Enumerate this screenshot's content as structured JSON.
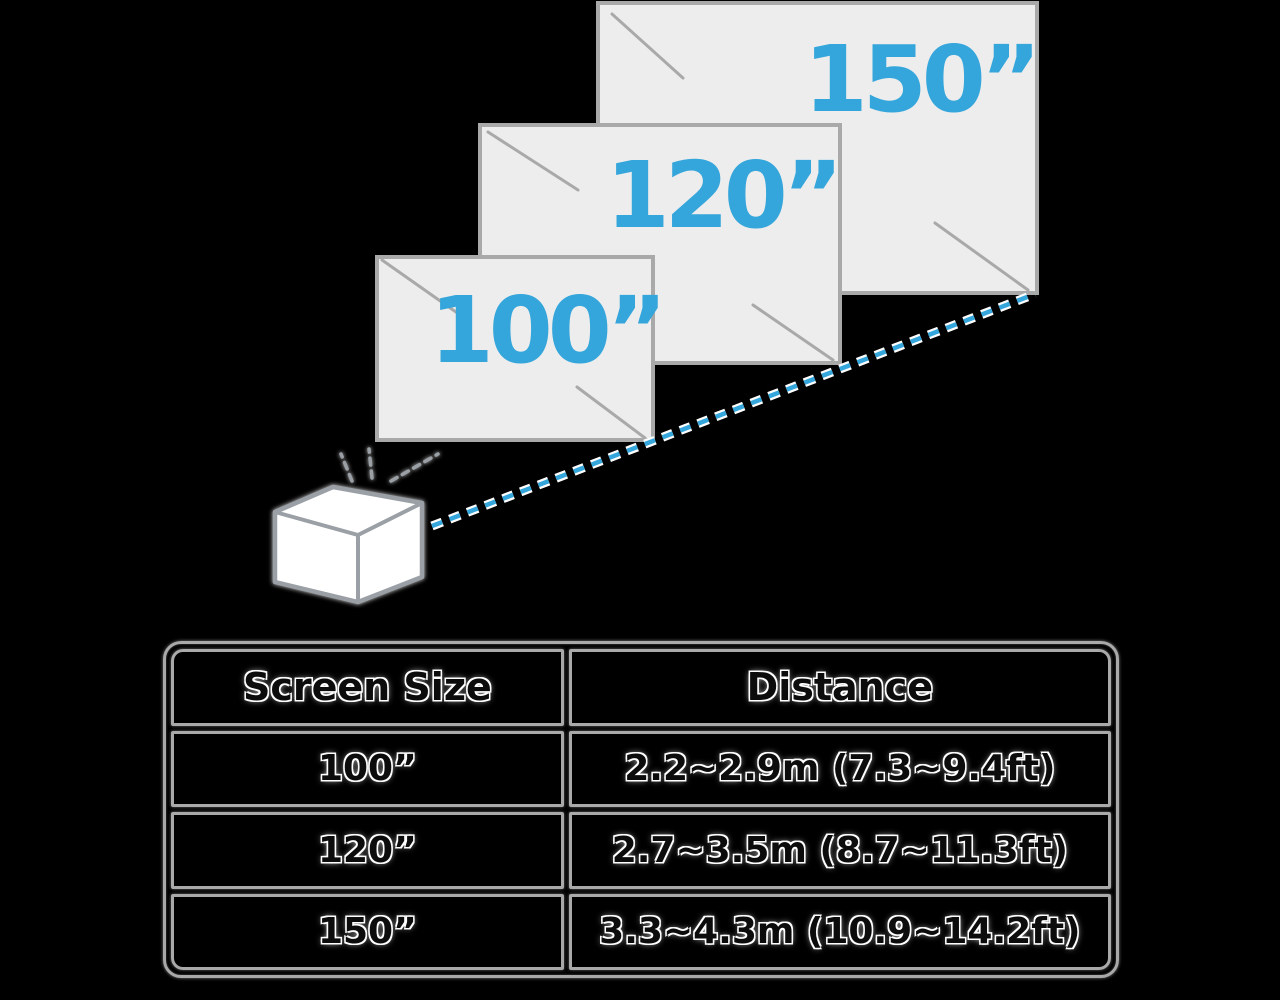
{
  "colors": {
    "accent_blue": "#35A6DB",
    "screen_fill": "#EDEDED",
    "screen_border": "#A9A9A9",
    "projector_outline": "#9AA0A5",
    "table_border": "#A9A9A9",
    "text_dark": "#0C0C0C",
    "text_halo": "#FFFFFF",
    "background": "#000000"
  },
  "diagram": {
    "screens": [
      {
        "label": "100”"
      },
      {
        "label": "120”"
      },
      {
        "label": "150”"
      }
    ],
    "projector": {
      "name": "projector"
    },
    "beam": {
      "style": "dashed"
    }
  },
  "table": {
    "headers": [
      "Screen Size",
      "Distance"
    ],
    "rows": [
      {
        "size": "100”",
        "distance": "2.2~2.9m (7.3~9.4ft)"
      },
      {
        "size": "120”",
        "distance": "2.7~3.5m (8.7~11.3ft)"
      },
      {
        "size": "150”",
        "distance": "3.3~4.3m (10.9~14.2ft)"
      }
    ]
  }
}
